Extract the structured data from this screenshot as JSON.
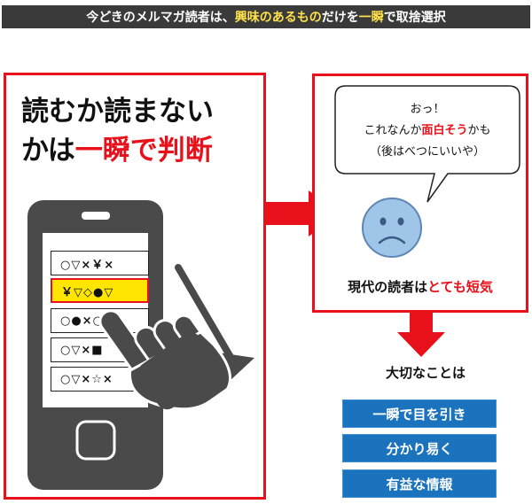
{
  "header": {
    "prefix": "今どきのメルマガ読者は、",
    "highlight1": "興味のあるもの",
    "middle": "だけを",
    "highlight2": "一瞬",
    "suffix": "で取捨選択"
  },
  "left_panel": {
    "headline_line1": "読むか読まない",
    "headline_line2_prefix": "かは",
    "headline_line2_red": "一瞬で判断",
    "rows": [
      "○▽×￥×",
      "￥▽◇●▽",
      "○●×○×",
      "○▽×■",
      "○▽×☆×"
    ],
    "highlighted_row_index": 1
  },
  "right_panel": {
    "bubble_line1": "おっ！",
    "bubble_line2_prefix": "これなんか",
    "bubble_line2_red": "面白そう",
    "bubble_line2_suffix": "かも",
    "bubble_line3": "（後はべつにいいや）",
    "caption_prefix": "現代の読者は",
    "caption_red": "とても短気"
  },
  "conclusion": {
    "label": "大切なことは",
    "items": [
      "一瞬で目を引き",
      "分かり易く",
      "有益な情報"
    ]
  },
  "colors": {
    "accent_red": "#e8101a",
    "header_bg": "#3a3a3a",
    "header_highlight": "#ffe14a",
    "button_blue": "#1c73bd",
    "face_blue": "#9fc6e8",
    "phone_gray": "#4a4a4a"
  },
  "icons": [
    "sad-face-icon",
    "hand-pointer-icon",
    "down-arrow-icon",
    "right-arrow-icon",
    "smartphone-icon"
  ]
}
